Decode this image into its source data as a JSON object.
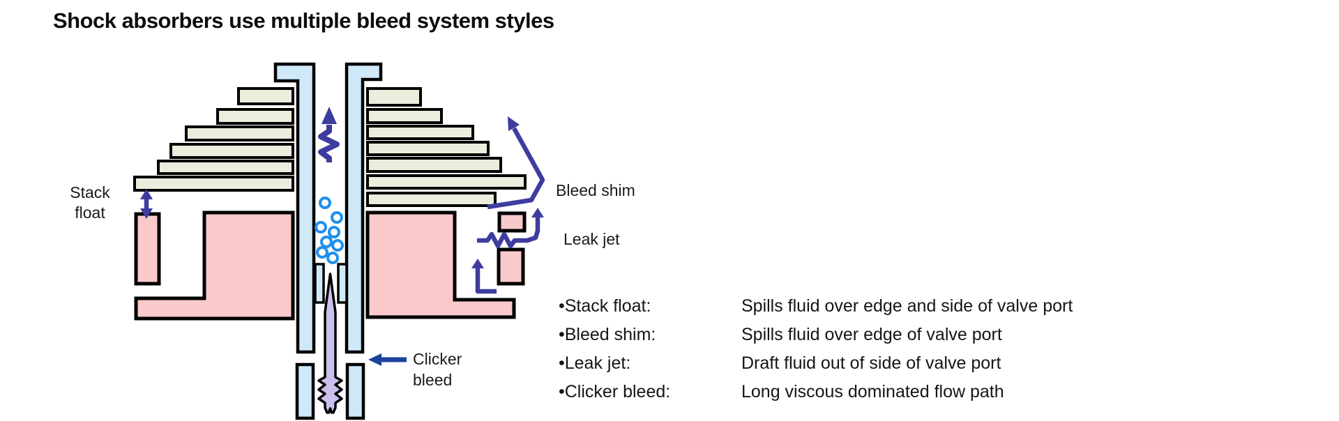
{
  "title": "Shock absorbers use multiple bleed system styles",
  "diagram": {
    "labels": {
      "stack_float_line1": "Stack",
      "stack_float_line2": "float",
      "bleed_shim": "Bleed shim",
      "leak_jet": "Leak jet",
      "clicker_line1": "Clicker",
      "clicker_line2": "bleed"
    },
    "colors": {
      "shim": "#ebeedd",
      "tube": "#cfe9f9",
      "body": "#fac9c9",
      "needle": "#cabfed",
      "arrow_indigo": "#3e3c9e",
      "arrow_navy": "#1c429e",
      "bubble": "#1f8fee",
      "outline": "#000000"
    }
  },
  "legend": {
    "items": [
      {
        "term": "•Stack float:",
        "description": "Spills fluid over edge and side of valve port"
      },
      {
        "term": "•Bleed shim:",
        "description": "Spills fluid over edge of valve port"
      },
      {
        "term": "•Leak jet:",
        "description": "Draft fluid out of side of valve port"
      },
      {
        "term": "•Clicker bleed:",
        "description": "Long viscous dominated flow path"
      }
    ]
  }
}
